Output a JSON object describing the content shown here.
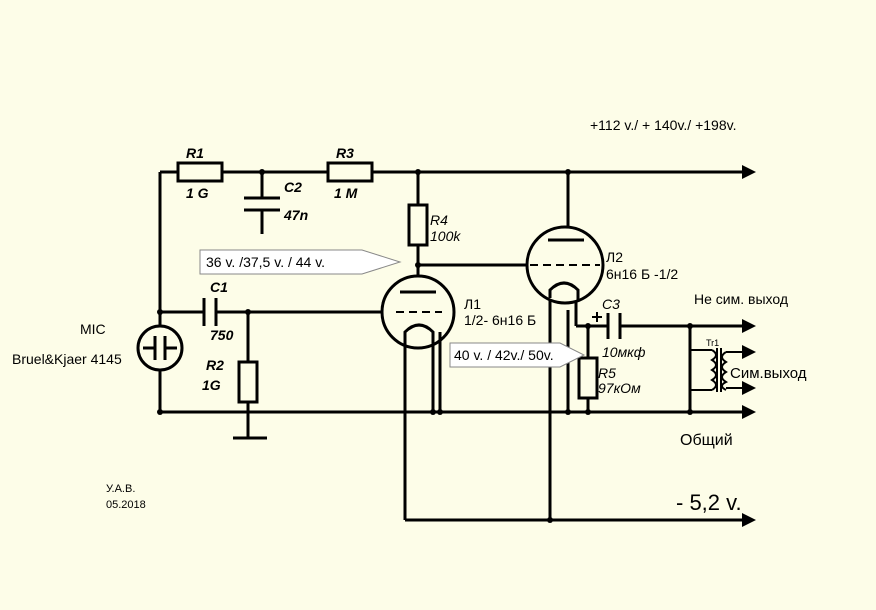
{
  "supply": {
    "voltages": "+112 v./  + 140v./  +198v.",
    "negative": "- 5,2 v."
  },
  "mic": {
    "label": "MIC",
    "model": "Bruel&Kjaer 4145"
  },
  "components": {
    "R1": {
      "name": "R1",
      "value": "1 G"
    },
    "R2": {
      "name": "R2",
      "value": "1G"
    },
    "R3": {
      "name": "R3",
      "value": "1 M"
    },
    "R4": {
      "name": "R4",
      "value": "100k"
    },
    "R5": {
      "name": "R5",
      "value": "97кОм"
    },
    "C1": {
      "name": "C1",
      "value": "750"
    },
    "C2": {
      "name": "C2",
      "value": "47n"
    },
    "C3": {
      "name": "C3",
      "value": "10мкф"
    },
    "L1": {
      "name": "Л1",
      "type": "1/2- 6н16 Б"
    },
    "L2": {
      "name": "Л2",
      "type": "6н16 Б  -1/2"
    },
    "Tr1": {
      "name": "Tr1"
    }
  },
  "callouts": {
    "anode_l1": "36 v. /37,5 v. / 44 v.",
    "cathode_l2": "40 v. / 42v./ 50v."
  },
  "outputs": {
    "unbalanced": "Не сим. выход",
    "balanced": "Сим.выход",
    "common": "Общий"
  },
  "author": {
    "initials": "У.А.В.",
    "date": "05.2018"
  },
  "colors": {
    "background": "#fdfde8",
    "line": "#000000",
    "callout_fill": "#ffffff"
  }
}
